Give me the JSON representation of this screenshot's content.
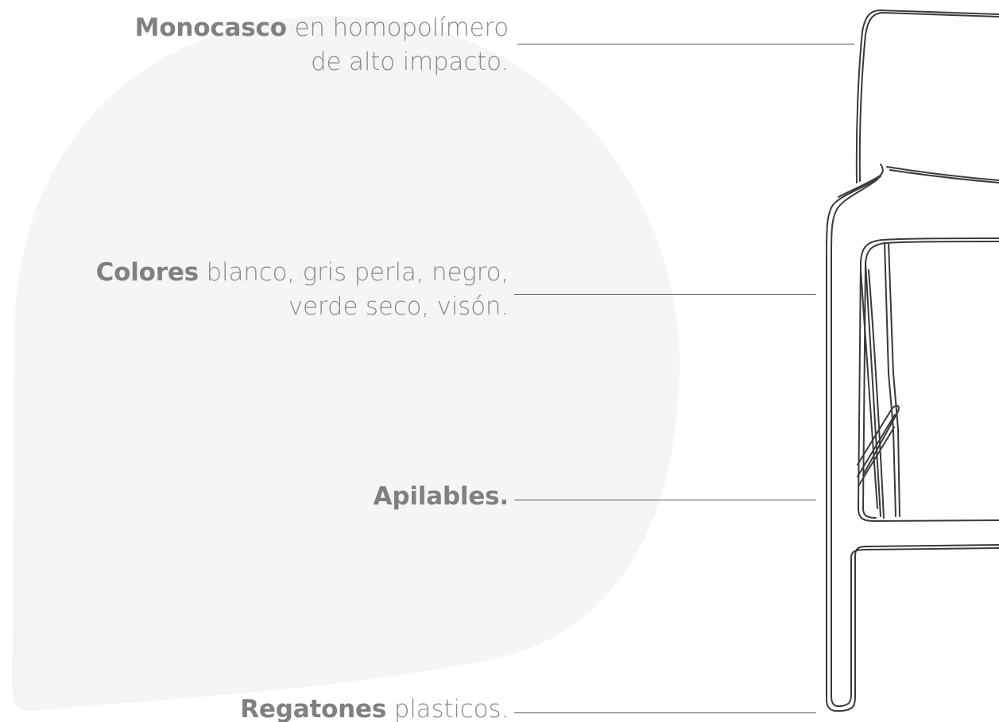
{
  "features": [
    {
      "bold": "Monocasco",
      "text": " en homopolímero",
      "line2": "de alto impacto."
    },
    {
      "bold": "Colores",
      "text": " blanco, gris perla, negro,",
      "line2": "verde seco, visón."
    },
    {
      "bold": "Apilables.",
      "text": "",
      "line2": ""
    },
    {
      "bold": "Regatones",
      "text": " plasticos.",
      "line2": ""
    }
  ],
  "colors": {
    "text": "#8a8a8a",
    "blob": "#f5f5f5",
    "line": "#5a5a5a"
  }
}
